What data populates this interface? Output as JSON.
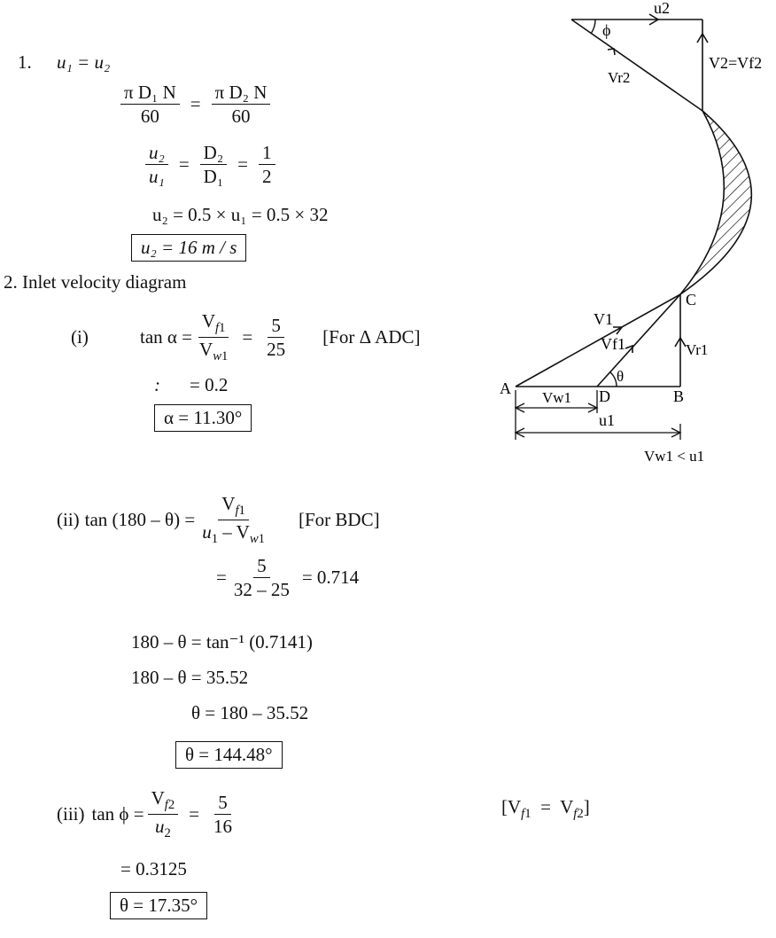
{
  "step1": {
    "number": "1.",
    "eq_main": "u₁ = u₂",
    "eq_pi_left_num": "π D₁ N",
    "eq_pi_den": "60",
    "eq_pi_right_num": "π D₂ N",
    "eq_ratio_left_num": "u₂",
    "eq_ratio_left_den": "u₁",
    "eq_ratio_mid_num": "D₂",
    "eq_ratio_mid_den": "D₁",
    "eq_ratio_right_num": "1",
    "eq_ratio_right_den": "2",
    "eq_u2_calc": "u₂ = 0.5 × u₁ = 0.5 × 32",
    "result": "u₂ = 16 m / s"
  },
  "step2": {
    "heading": "2. Inlet velocity diagram",
    "part_i": {
      "label": "(i)",
      "lhs": "tan α =",
      "frac_num": "V_f1",
      "frac_den": "V_w1",
      "frac2_num": "5",
      "frac2_den": "25",
      "note": "[For Δ ADC]",
      "mark": ":",
      "value": "= 0.2",
      "result": "α = 11.30°"
    },
    "part_ii": {
      "label": "(ii)",
      "lhs": "tan (180 – θ) =",
      "frac_num": "V_f1",
      "frac_den": "u₁ – V_w1",
      "note": "[For BDC]",
      "frac2_num": "5",
      "frac2_den": "32 – 25",
      "value": "= 0.714",
      "line1": "180 – θ = tan⁻¹ (0.7141)",
      "line2": "180 – θ = 35.52",
      "line3": "θ = 180 – 35.52",
      "result": "θ = 144.48°"
    },
    "part_iii": {
      "label": "(iii)",
      "lhs": "tan ϕ =",
      "frac_num": "V_f2",
      "frac_den": "u₂",
      "frac2_num": "5",
      "frac2_den": "16",
      "note": "[V_f1 = V_f2]",
      "value": "= 0.3125",
      "result": "θ = 17.35°"
    }
  },
  "diagram": {
    "top_u2": "u2",
    "top_phi": "ϕ",
    "top_v2": "V2=Vf2",
    "top_vr2": "Vr2",
    "point_c": "C",
    "point_a": "A",
    "point_d": "D",
    "point_b": "B",
    "label_v1": "V1",
    "label_vf1": "Vf1",
    "label_vr1": "Vr1",
    "label_theta": "θ",
    "label_vw1": "Vw1",
    "label_u1": "u1",
    "label_cond": "Vw1 < u1"
  }
}
